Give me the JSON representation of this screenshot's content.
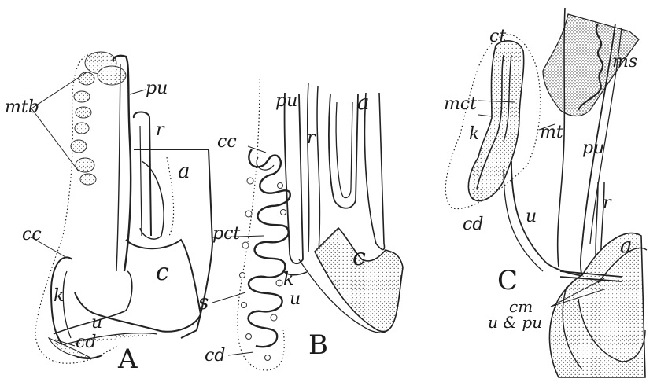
{
  "figure": {
    "panels": [
      "A",
      "B",
      "C"
    ],
    "labels": {
      "A": [
        "mtb",
        "pu",
        "r",
        "a",
        "cc",
        "c",
        "k",
        "u",
        "cd"
      ],
      "B": [
        "pu",
        "a",
        "cc",
        "r",
        "pct",
        "c",
        "k",
        "s",
        "u",
        "cd"
      ],
      "C": [
        "ct",
        "ms",
        "mct",
        "mt",
        "k",
        "pu",
        "cd",
        "u",
        "r",
        "a",
        "cm",
        "u & pu"
      ]
    }
  }
}
